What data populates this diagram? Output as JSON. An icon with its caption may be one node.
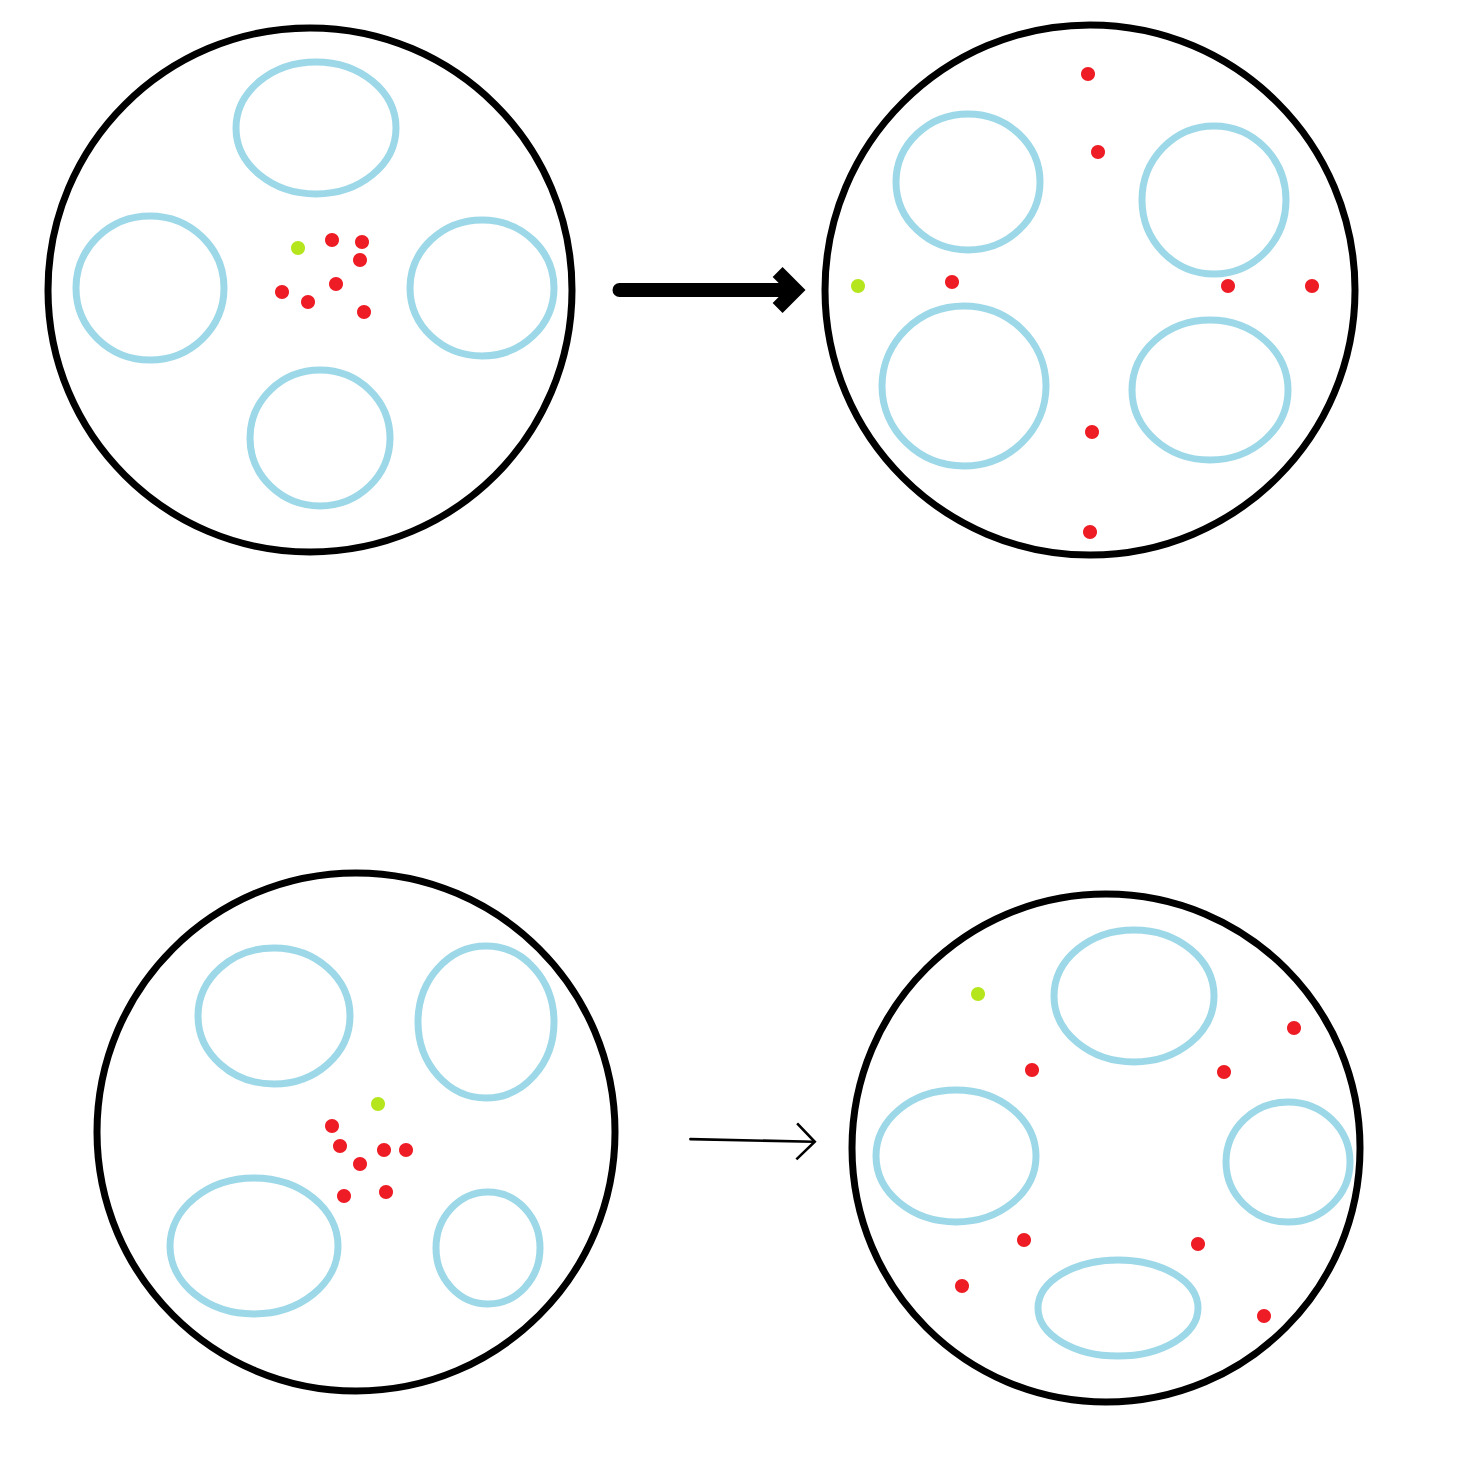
{
  "diagram": {
    "nodes": [
      {
        "text": [],
        "shape": "circle"
      },
      {
        "text": [],
        "shape": "circle"
      },
      {
        "text": [],
        "shape": "circle"
      },
      {
        "text": [],
        "shape": "circle"
      },
      {
        "text": [],
        "shape": "ellipse",
        "in": 0
      },
      {
        "text": [],
        "shape": "ellipse",
        "in": 0
      },
      {
        "text": [],
        "shape": "ellipse",
        "in": 0
      },
      {
        "text": [],
        "shape": "ellipse",
        "in": 0
      },
      {
        "text": [],
        "shape": "ellipse",
        "in": 1
      },
      {
        "text": [],
        "shape": "ellipse",
        "in": 1
      },
      {
        "text": [],
        "shape": "ellipse",
        "in": 1
      },
      {
        "text": [],
        "shape": "ellipse",
        "in": 1
      },
      {
        "text": [],
        "shape": "ellipse",
        "in": 2
      },
      {
        "text": [],
        "shape": "ellipse",
        "in": 2
      },
      {
        "text": [],
        "shape": "ellipse",
        "in": 2
      },
      {
        "text": [],
        "shape": "ellipse",
        "in": 2
      },
      {
        "text": [],
        "shape": "ellipse",
        "in": 3
      },
      {
        "text": [],
        "shape": "ellipse",
        "in": 3
      },
      {
        "text": [],
        "shape": "ellipse",
        "in": 3
      },
      {
        "text": [],
        "shape": "ellipse",
        "in": 3
      }
    ],
    "edges": [
      {
        "from": 0,
        "to": 1,
        "arrow": "to",
        "style": "thick"
      },
      {
        "from": 2,
        "to": 3,
        "arrow": "to"
      }
    ]
  }
}
